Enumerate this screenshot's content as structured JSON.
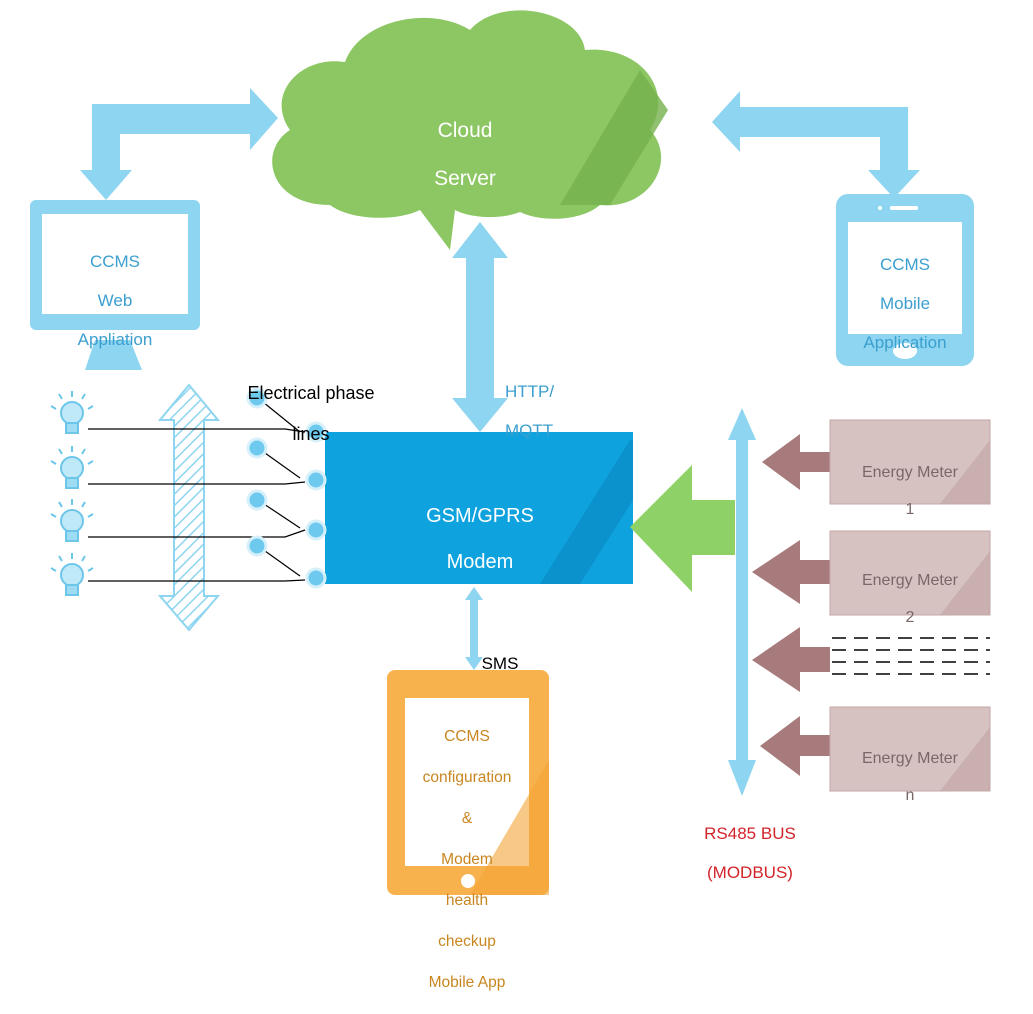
{
  "cloud": {
    "line1": "Cloud",
    "line2": "Server"
  },
  "web_app": {
    "lines": [
      "CCMS",
      "Web",
      "Appliation"
    ]
  },
  "mobile_app": {
    "lines": [
      "CCMS",
      "Mobile",
      "Application"
    ]
  },
  "modem": {
    "line1": "GSM/GPRS",
    "line2": "Modem"
  },
  "protocol": {
    "line1": "HTTP/",
    "line2": "MQTT"
  },
  "phase": {
    "line1": "Electrical phase",
    "line2": "lines"
  },
  "sms": {
    "label": "SMS"
  },
  "config_app": {
    "lines": [
      "CCMS",
      "configuration",
      "&",
      "Modem",
      "health",
      "checkup",
      "Mobile App"
    ]
  },
  "meters": [
    {
      "line1": "Energy Meter",
      "line2": "1"
    },
    {
      "line1": "Energy Meter",
      "line2": "2"
    },
    {
      "line1": "Energy Meter",
      "line2": "n"
    }
  ],
  "bus": {
    "line1": "RS485 BUS",
    "line2": "(MODBUS)"
  },
  "colors": {
    "cloud": "#8cc763",
    "light_blue": "#8dd5f0",
    "modem": "#0ea2de",
    "meter": "#d7c2c2",
    "meter_arrow": "#a77b7b",
    "green_arrow": "#8ed167",
    "orange": "#f7b14d",
    "bus_label": "#d2232a"
  }
}
